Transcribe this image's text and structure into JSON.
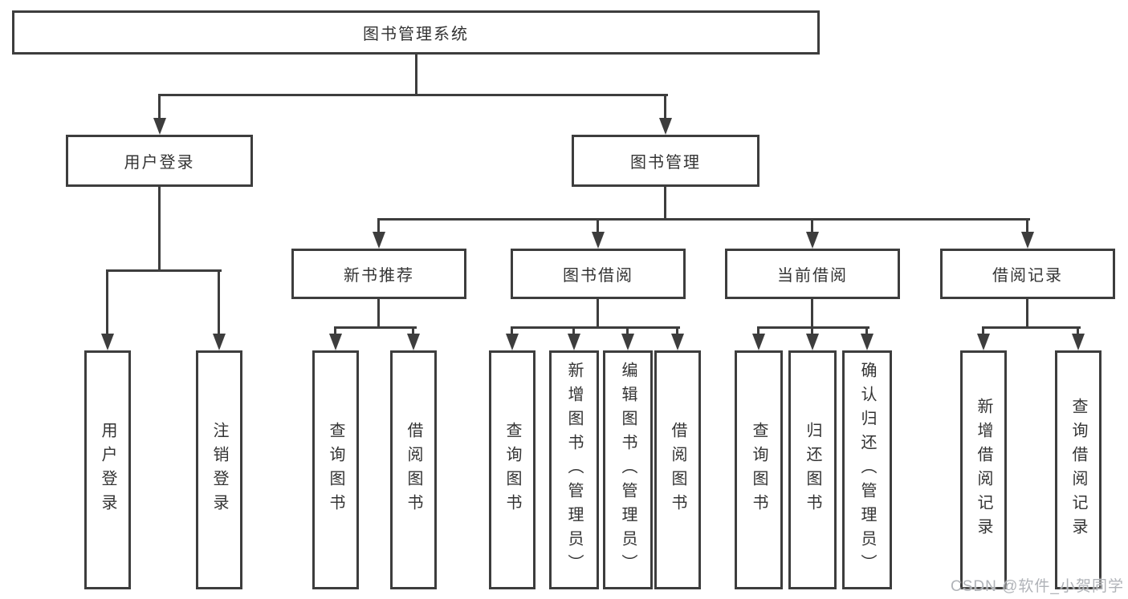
{
  "diagram": {
    "root": {
      "label": "图书管理系统",
      "children": [
        {
          "label": "用户登录",
          "children": [
            {
              "label": "用户登录"
            },
            {
              "label": "注销登录"
            }
          ]
        },
        {
          "label": "图书管理",
          "children": [
            {
              "label": "新书推荐",
              "children": [
                {
                  "label": "查询图书"
                },
                {
                  "label": "借阅图书"
                }
              ]
            },
            {
              "label": "图书借阅",
              "children": [
                {
                  "label": "查询图书"
                },
                {
                  "label": "新增图书（管理员）"
                },
                {
                  "label": "编辑图书（管理员）"
                },
                {
                  "label": "借阅图书"
                }
              ]
            },
            {
              "label": "当前借阅",
              "children": [
                {
                  "label": "查询图书"
                },
                {
                  "label": "归还图书"
                },
                {
                  "label": "确认归还（管理员）"
                }
              ]
            },
            {
              "label": "借阅记录",
              "children": [
                {
                  "label": "新增借阅记录"
                },
                {
                  "label": "查询借阅记录"
                }
              ]
            }
          ]
        }
      ]
    }
  },
  "watermark": {
    "text": "CSDN @软件_小贺同学"
  },
  "colors": {
    "line": "#3d3d3d",
    "text": "#333333",
    "background": "#ffffff",
    "watermark": "#b0b3b8"
  }
}
